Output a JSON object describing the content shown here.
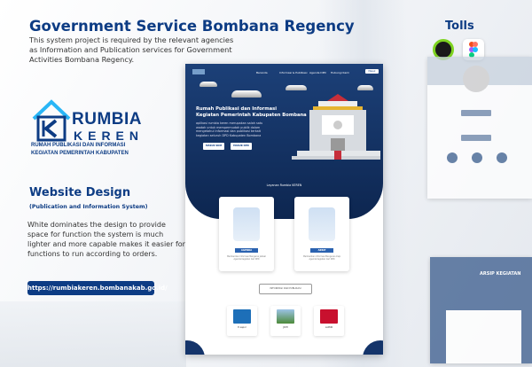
{
  "header": {
    "title": "Government Service Bombana Regency",
    "description": "This system project is required by the relevant agencies as Information and Publication services for Government Activities Bombana Regency."
  },
  "logo": {
    "name_1": "RUMBIA",
    "name_2": "KEREN",
    "tagline_1": "RUMAH PUBLIKASI DAN INFORMASI",
    "tagline_2": "KEGIATAN PEMERINTAH KABUPATEN"
  },
  "section": {
    "title": "Website Design",
    "subtitle": "(Publication and Information System)",
    "paragraph": "White dominates the design to provide space for function the system is much lighter and more capable makes it easier for functions to run according to orders.",
    "url": "https://rumbiakeren.bombanakab.go.id/"
  },
  "tools": {
    "title": "Tolls",
    "items": [
      {
        "icon": "coreldraw-icon"
      },
      {
        "icon": "figma-icon"
      }
    ]
  },
  "mockup": {
    "nav": [
      "Beranda",
      "Informasi & Publikasi",
      "Agenda DPD",
      "Hubungi Kami"
    ],
    "nav_button": "Masuk",
    "hero_title_1": "Rumah Publikasi dan Informasi",
    "hero_title_2": "Kegiatan Pemerintah Kabupaten Bombana",
    "hero_text": "aplikasi rumbia keren merupakan salah satu wadah untuk mempermudah publik dalam mengetahui informasi dan publikasi terkait kegiatan seluruh DPD Kabupaten Bombana",
    "hero_buttons": [
      "MASUK SDM",
      "MASUK DPD"
    ],
    "services_title": "Layanan Rumbia KEREN",
    "cards": [
      {
        "label": "AGENDA",
        "text": "Memberikan Informasi Mengenai Jadwal Agenda Kegiatan dari DPD"
      },
      {
        "label": "ARSIP",
        "text": "Memberikan Informasi Mengenai Arsip Agenda Kegiatan dari DPD"
      }
    ],
    "info_button": "INFORMASI DAN PUBLIKASI",
    "links": [
      {
        "name": "E-Lapor"
      },
      {
        "name": "JDIH"
      },
      {
        "name": "LAPOR"
      }
    ]
  },
  "right_mockup": {
    "title": "ARSIP KEGIATAN"
  },
  "colors": {
    "brand": "#0d3c84",
    "hero": "#0d2650",
    "accent": "#2a62b0"
  }
}
